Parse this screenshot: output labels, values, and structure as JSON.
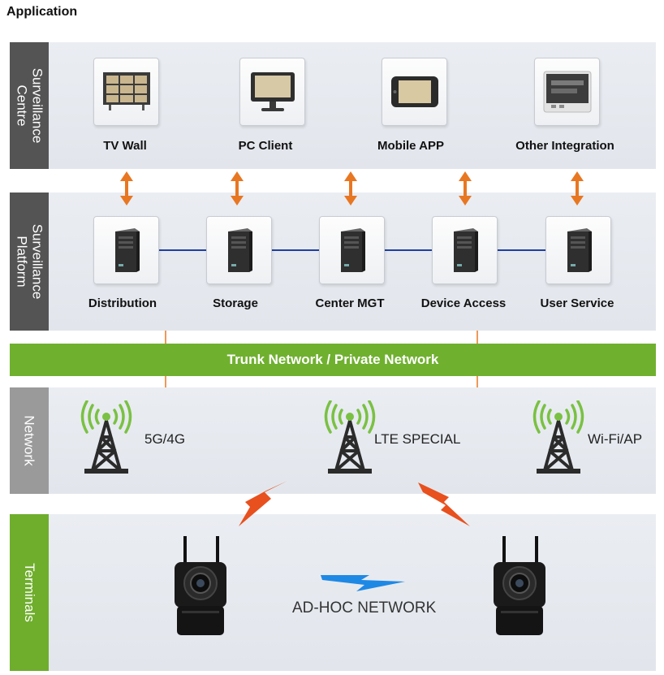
{
  "title": "Application",
  "layers": {
    "centre": "Surveillance\nCentre",
    "platform": "Surveillance\nPlatform",
    "network": "Network",
    "terminals": "Terminals"
  },
  "centre_items": [
    "TV Wall",
    "PC Client",
    "Mobile APP",
    "Other Integration"
  ],
  "platform_items": [
    "Distribution",
    "Storage",
    "Center MGT",
    "Device Access",
    "User Service"
  ],
  "trunk": "Trunk Network / Private Network",
  "network_items": [
    "5G/4G",
    "LTE SPECIAL",
    "Wi-Fi/AP"
  ],
  "adhoc": "AD-HOC NETWORK",
  "colors": {
    "arrow": "#e87722",
    "trunk": "#70b02f",
    "link": "#1f3fa0",
    "signal": "#7ac143",
    "bolt_red": "#e8501e",
    "bolt_blue": "#1e88e5"
  },
  "icons": [
    "tv-wall-icon",
    "monitor-icon",
    "tablet-icon",
    "integration-panel-icon",
    "server-icon",
    "antenna-tower-icon",
    "ptz-camera-icon"
  ]
}
